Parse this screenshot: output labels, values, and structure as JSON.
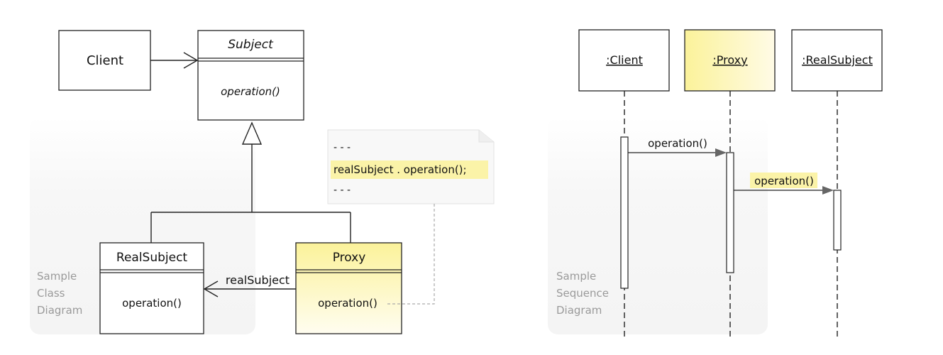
{
  "class_diagram": {
    "watermark": [
      "Sample",
      "Class",
      "Diagram"
    ],
    "client": {
      "name": "Client"
    },
    "subject": {
      "name": "Subject",
      "operation": "operation()"
    },
    "real_subject": {
      "name": "RealSubject",
      "operation": "operation()"
    },
    "proxy": {
      "name": "Proxy",
      "operation": "operation()"
    },
    "association_label": "realSubject",
    "note": {
      "line1": "- - -",
      "line2": "realSubject . operation();",
      "line3": "- - -"
    }
  },
  "sequence_diagram": {
    "watermark": [
      "Sample",
      "Sequence",
      "Diagram"
    ],
    "lifelines": [
      ":Client",
      ":Proxy",
      ":RealSubject"
    ],
    "messages": [
      "operation()",
      "operation()"
    ]
  },
  "colors": {
    "proxy_fill_top": "#fbf29a",
    "proxy_fill_bottom": "#fffef0",
    "highlight": "#fbf3a8",
    "panel_background": "#f6f6f6"
  }
}
